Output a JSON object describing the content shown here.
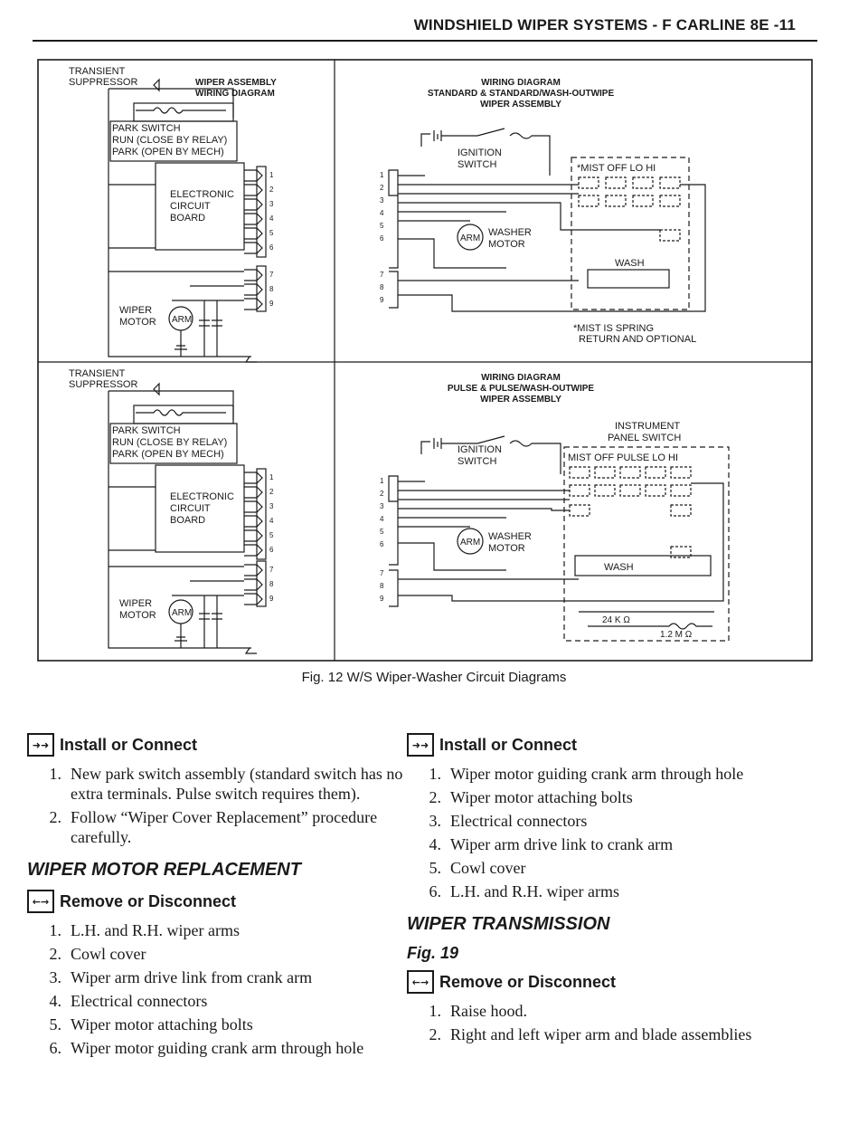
{
  "header": {
    "title": "WINDSHIELD WIPER SYSTEMS - F CARLINE  8E -11"
  },
  "figure": {
    "caption": "Fig. 12 W/S Wiper-Washer Circuit Diagrams",
    "top_left": {
      "transient": "TRANSIENT",
      "suppressor": "SUPPRESSOR",
      "title1": "WIPER ASSEMBLY",
      "title2": "WIRING DIAGRAM",
      "park_switch": "PARK SWITCH",
      "run_label": "RUN (CLOSE BY RELAY)",
      "park_label": "PARK (OPEN BY MECH)",
      "board1": "ELECTRONIC",
      "board2": "CIRCUIT",
      "board3": "BOARD",
      "wiper": "WIPER",
      "motor": "MOTOR",
      "arm": "ARM",
      "pins": [
        "1",
        "2",
        "3",
        "4",
        "5",
        "6",
        "7",
        "8",
        "9"
      ]
    },
    "top_right": {
      "title1": "WIRING DIAGRAM",
      "title2": "STANDARD & STANDARD/WASH-OUTWIPE",
      "title3": "WIPER ASSEMBLY",
      "ignition": "IGNITION",
      "switch": "SWITCH",
      "switch_positions": "*MIST OFF  LO   HI",
      "washer": "WASHER",
      "motor": "MOTOR",
      "arm": "ARM",
      "wash": "WASH",
      "note1": "*MIST IS SPRING",
      "note2": "RETURN AND OPTIONAL",
      "pins": [
        "1",
        "2",
        "3",
        "4",
        "5",
        "6",
        "7",
        "8",
        "9"
      ]
    },
    "bottom_left": {
      "transient": "TRANSIENT",
      "suppressor": "SUPPRESSOR",
      "park_switch": "PARK SWITCH",
      "run_label": "RUN (CLOSE BY RELAY)",
      "park_label": "PARK (OPEN BY MECH)",
      "board1": "ELECTRONIC",
      "board2": "CIRCUIT",
      "board3": "BOARD",
      "wiper": "WIPER",
      "motor": "MOTOR",
      "arm": "ARM",
      "pins": [
        "1",
        "2",
        "3",
        "4",
        "5",
        "6",
        "7",
        "8",
        "9"
      ]
    },
    "bottom_right": {
      "title1": "WIRING DIAGRAM",
      "title2": "PULSE & PULSE/WASH-OUTWIPE",
      "title3": "WIPER ASSEMBLY",
      "instrument1": "INSTRUMENT",
      "instrument2": "PANEL SWITCH",
      "ignition": "IGNITION",
      "switch": "SWITCH",
      "switch_positions": "MIST OFF PULSE LO   HI",
      "washer": "WASHER",
      "motor": "MOTOR",
      "arm": "ARM",
      "wash": "WASH",
      "r1": "24 K Ω",
      "r2": "1.2 M Ω",
      "pins": [
        "1",
        "2",
        "3",
        "4",
        "5",
        "6",
        "7",
        "8",
        "9"
      ]
    }
  },
  "left_column": {
    "install_heading": "Install or Connect",
    "install_items": [
      {
        "num": "1.",
        "text": "New park switch assembly (standard switch has no extra terminals. Pulse switch requires them)."
      },
      {
        "num": "2.",
        "text": "Follow “Wiper Cover Replacement” procedure carefully."
      }
    ],
    "section_heading": "WIPER MOTOR REPLACEMENT",
    "remove_heading": "Remove or Disconnect",
    "remove_items": [
      {
        "num": "1.",
        "text": "L.H. and R.H. wiper arms"
      },
      {
        "num": "2.",
        "text": "Cowl cover"
      },
      {
        "num": "3.",
        "text": "Wiper arm drive link from crank arm"
      },
      {
        "num": "4.",
        "text": "Electrical connectors"
      },
      {
        "num": "5.",
        "text": "Wiper motor attaching bolts"
      },
      {
        "num": "6.",
        "text": "Wiper motor guiding crank arm through hole"
      }
    ]
  },
  "right_column": {
    "install_heading": "Install or Connect",
    "install_items": [
      {
        "num": "1.",
        "text": "Wiper motor guiding crank arm through hole"
      },
      {
        "num": "2.",
        "text": "Wiper motor attaching bolts"
      },
      {
        "num": "3.",
        "text": "Electrical connectors"
      },
      {
        "num": "4.",
        "text": "Wiper arm drive link to crank arm"
      },
      {
        "num": "5.",
        "text": "Cowl cover"
      },
      {
        "num": "6.",
        "text": "L.H. and R.H. wiper arms"
      }
    ],
    "section_heading": "WIPER TRANSMISSION",
    "fig_ref": "Fig. 19",
    "remove_heading": "Remove or Disconnect",
    "remove_items": [
      {
        "num": "1.",
        "text": "Raise hood."
      },
      {
        "num": "2.",
        "text": "Right and left wiper arm and blade assemblies"
      }
    ]
  },
  "icons": {
    "install": "install-connect-icon",
    "remove": "remove-disconnect-icon"
  }
}
